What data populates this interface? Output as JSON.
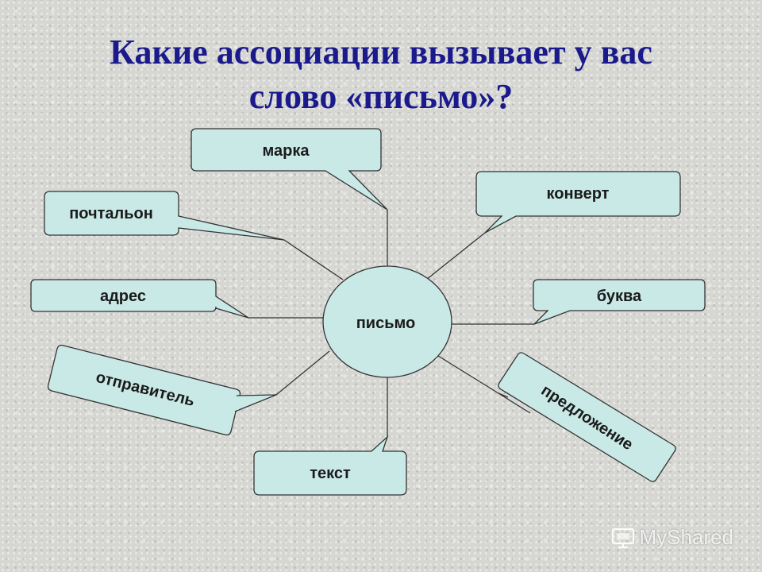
{
  "title": {
    "line1": "Какие ассоциации вызывает у вас",
    "line2": "слово «письмо»?"
  },
  "center": "письмо",
  "words": {
    "marka": "марка",
    "pochtalon": "почтальон",
    "konvert": "конверт",
    "adres": "адрес",
    "bukva": "буква",
    "otpravitel": "отправитель",
    "predlozhenie": "предложение",
    "tekst": "текст"
  },
  "watermark": "MyShared",
  "colors": {
    "bubble_fill": "#c9e9e7",
    "title": "#1a1a8c"
  }
}
